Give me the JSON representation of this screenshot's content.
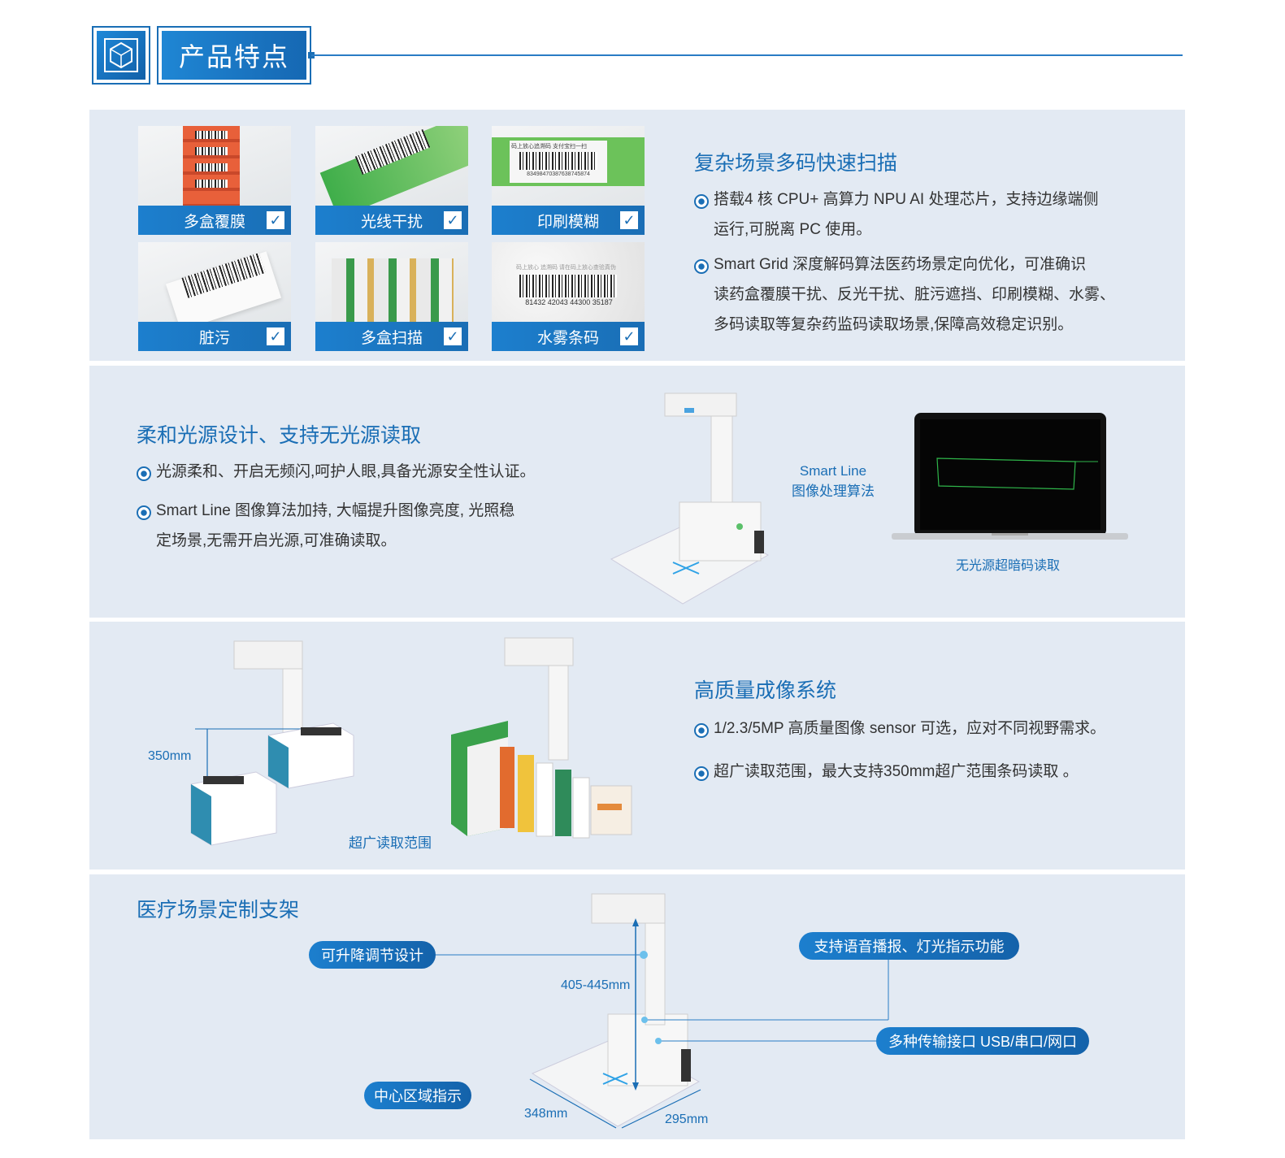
{
  "header": {
    "title": "产品特点",
    "icon": "hexagon-cube-icon"
  },
  "section1": {
    "title": "复杂场景多码快速扫描",
    "bullets": [
      "搭载4 核 CPU+ 高算力 NPU AI 处理芯片，支持边缘端侧",
      "运行,可脱离 PC 使用。",
      "Smart Grid  深度解码算法医药场景定向优化，可准确识",
      "读药盒覆膜干扰、反光干扰、脏污遮挡、印刷模糊、水雾、",
      "多码读取等复杂药监码读取场景,保障高效稳定识别。"
    ],
    "thumbs": [
      "多盒覆膜",
      "光线干扰",
      "印刷模糊",
      "脏污",
      "多盒扫描",
      "水雾条码"
    ],
    "thumb_text": {
      "print_top": "码上放心追溯码  支付宝扫一扫",
      "print_num": "83498470387638745874",
      "fog_top": "码上放心  追溯码  请在码上放心查验真伪",
      "fog_num": "81432  42043  44300  35187"
    },
    "check": "✓"
  },
  "section2": {
    "title": "柔和光源设计、支持无光源读取",
    "bullets": [
      "光源柔和、开启无频闪,呵护人眼,具备光源安全性认证。",
      "Smart Line 图像算法加持, 大幅提升图像亮度, 光照稳",
      "定场景,无需开启光源,可准确读取。"
    ],
    "algo_line1": "Smart Line",
    "algo_line2": "图像处理算法",
    "laptop_caption": "无光源超暗码读取"
  },
  "section3": {
    "title": "高质量成像系统",
    "bullets": [
      "1/2.3/5MP 高质量图像 sensor 可选，应对不同视野需求。",
      "超广读取范围，最大支持350mm超广范围条码读取 。"
    ],
    "dim_350": "350mm",
    "wide_caption": "超广读取范围"
  },
  "section4": {
    "title": "医疗场景定制支架",
    "pill_lift": "可升降调节设计",
    "pill_voice": "支持语音播报、灯光指示功能",
    "pill_ports": "多种传输接口 USB/串口/网口",
    "pill_center": "中心区域指示",
    "dim_height": "405-445mm",
    "dim_depth": "348mm",
    "dim_width": "295mm"
  }
}
